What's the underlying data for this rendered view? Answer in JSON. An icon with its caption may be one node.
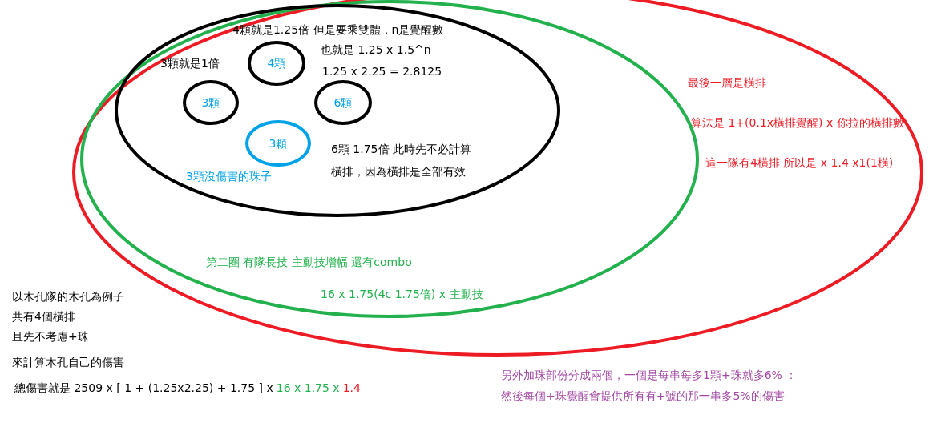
{
  "diagram": {
    "nodes": [
      {
        "text": [
          "最後一層是橫排",
          "算法是 1+(0.1x橫排覺醒) x 你拉的橫排數",
          "這一隊有4橫排 所以是 x 1.4 x1(1橫)"
        ]
      },
      {
        "text": [
          "第二圈 有隊長技 主動技增幅 還有combo",
          "16  x 1.75(4c 1.75倍) x 主動技"
        ],
        "in": 0
      },
      {
        "text": [
          "4顆就是1.25倍 但是要乘雙體，n是覺醒數",
          "也就是 1.25 x 1.5^n",
          "1.25 x 2.25 = 2.8125",
          "3顆就是1倍",
          "6顆 1.75倍 此時先不必計算橫排，因為橫排是全部有效"
        ],
        "in": 1
      },
      {
        "text": [
          "4顆"
        ],
        "in": 2
      },
      {
        "text": [
          "3顆"
        ],
        "in": 2
      },
      {
        "text": [
          "6顆"
        ],
        "in": 2
      },
      {
        "text": [
          "3顆"
        ],
        "in": 2,
        "beside": [
          "3顆沒傷害的珠子"
        ]
      }
    ],
    "labels": [
      "以木孔隊的木孔為例子",
      "共有4個橫排",
      "且先不考慮+珠",
      "來計算木孔自己的傷害",
      "總傷害就是  2509 x [ 1 + (1.25x2.25) + 1.75 ] x",
      "16 x 1.75 x",
      "1.4",
      "另外加珠部份分成兩個，一個是每串每多1顆+珠就多6% ：",
      "然後每個+珠覺醒會提供所有有+號的那一串多5%的傷害"
    ]
  }
}
